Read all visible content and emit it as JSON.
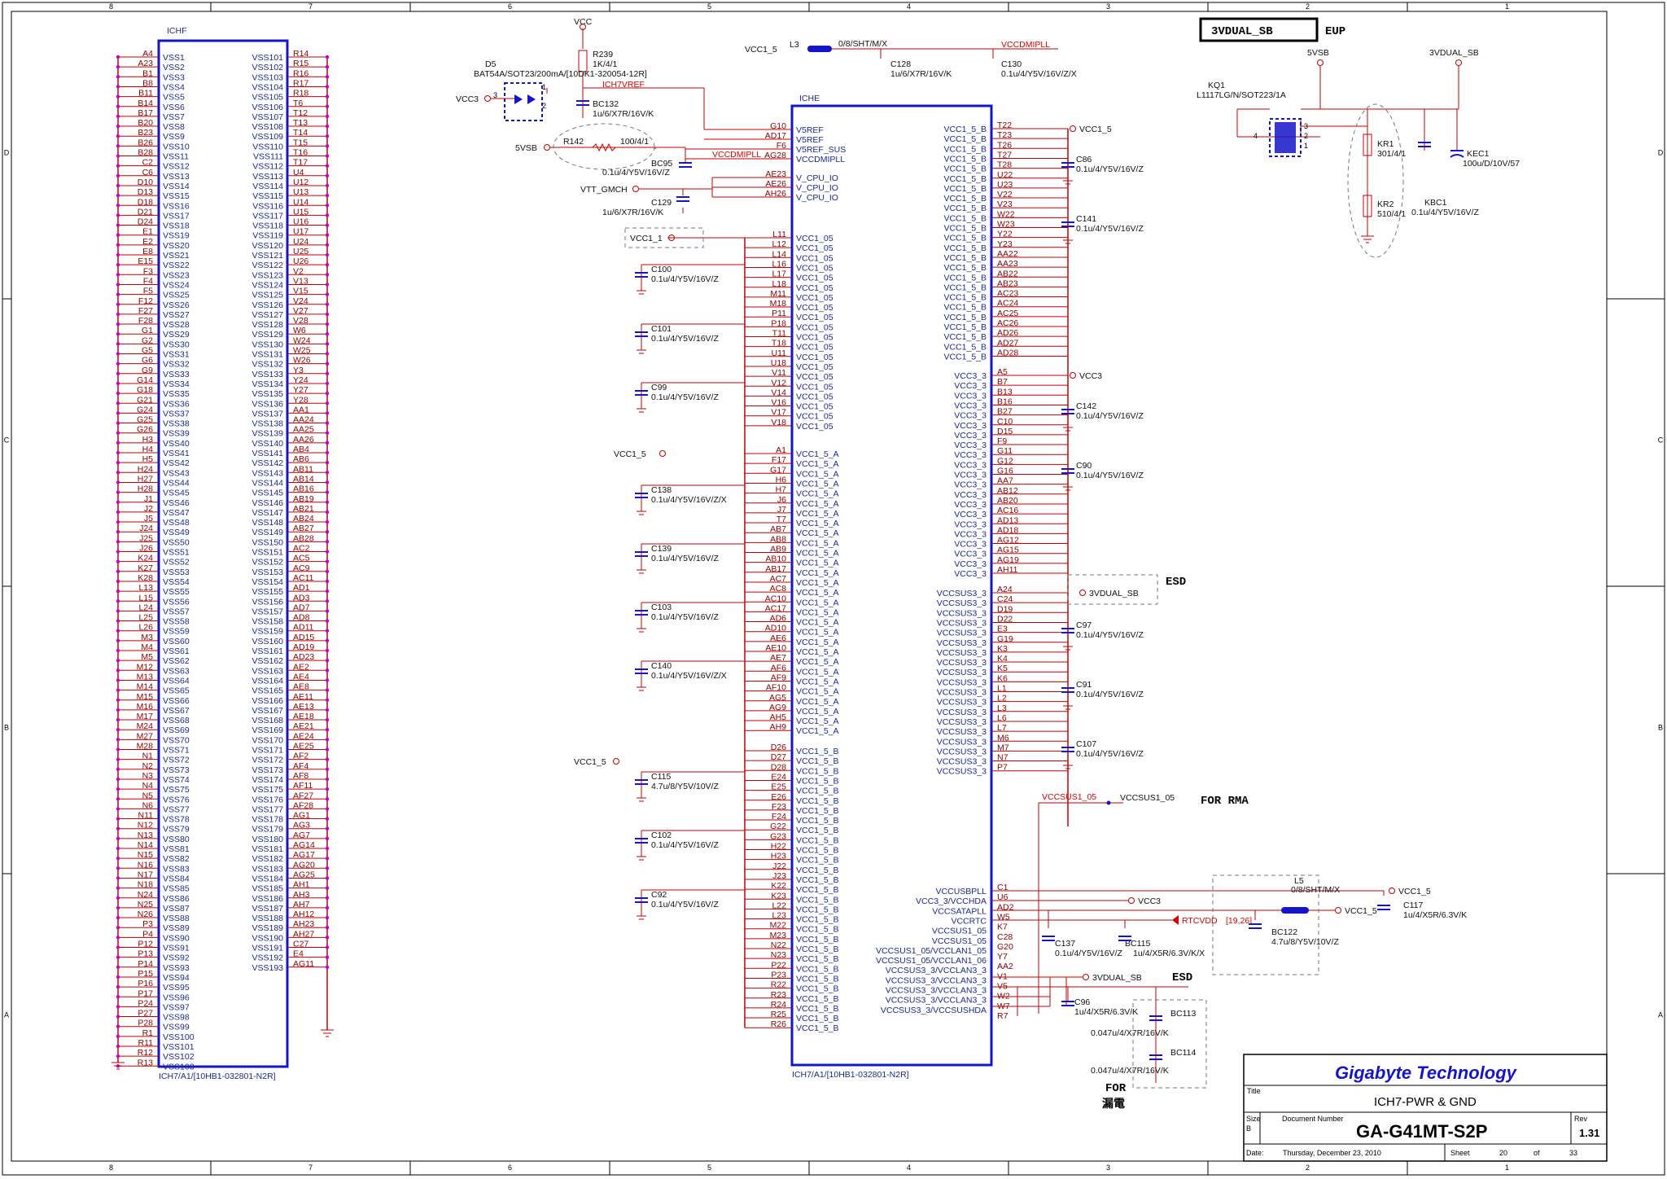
{
  "colors": {
    "wire": "#c00000",
    "body": "#1515c8",
    "pinlabel": "#1a2a8c",
    "pinnum": "#8a0000",
    "dot": "#c800c8",
    "netred": "#d40000"
  },
  "frame": {
    "cols_top": [
      "8",
      "7",
      "6",
      "5",
      "4",
      "3",
      "2",
      "1"
    ],
    "cols_bottom": [
      "8",
      "7",
      "6",
      "5",
      "4",
      "3",
      "2",
      "1"
    ],
    "rows": [
      "D",
      "C",
      "B",
      "A"
    ]
  },
  "ichf": {
    "ref": "ICHF",
    "part": "ICH7/A1/[10HB1-032801-N2R]",
    "left_pins": [
      "A4",
      "A23",
      "B1",
      "B8",
      "B11",
      "B14",
      "B17",
      "B20",
      "B23",
      "B26",
      "B28",
      "C2",
      "C6",
      "D10",
      "D13",
      "D18",
      "D21",
      "D24",
      "E1",
      "E2",
      "E8",
      "E15",
      "F3",
      "F4",
      "F5",
      "F12",
      "F27",
      "F28",
      "G1",
      "G2",
      "G5",
      "G6",
      "G9",
      "G14",
      "G18",
      "G21",
      "G24",
      "G25",
      "G26",
      "H3",
      "H4",
      "H5",
      "H24",
      "H27",
      "H28",
      "J1",
      "J2",
      "J5",
      "J24",
      "J25",
      "J26",
      "K24",
      "K27",
      "K28",
      "L13",
      "L15",
      "L24",
      "L25",
      "L26",
      "M3",
      "M4",
      "M5",
      "M12",
      "M13",
      "M14",
      "M15",
      "M16",
      "M17",
      "M24",
      "M27",
      "M28",
      "N1",
      "N2",
      "N3",
      "N4",
      "N5",
      "N6",
      "N11",
      "N12",
      "N13",
      "N14",
      "N15",
      "N16",
      "N17",
      "N18",
      "N24",
      "N25",
      "N26",
      "P3",
      "P4",
      "P12",
      "P13",
      "P14",
      "P15",
      "P16",
      "P17",
      "P24",
      "P27",
      "P28",
      "R1",
      "R11",
      "R12",
      "R13"
    ],
    "right_pins": [
      "R14",
      "R15",
      "R16",
      "R17",
      "R18",
      "T6",
      "T12",
      "T13",
      "T14",
      "T15",
      "T16",
      "T17",
      "U4",
      "U12",
      "U13",
      "U14",
      "U15",
      "U16",
      "U17",
      "U24",
      "U25",
      "U26",
      "V2",
      "V13",
      "V15",
      "V24",
      "V27",
      "V28",
      "W6",
      "W24",
      "W25",
      "W26",
      "Y3",
      "Y24",
      "Y27",
      "Y28",
      "AA1",
      "AA24",
      "AA25",
      "AA26",
      "AB4",
      "AB6",
      "AB11",
      "AB14",
      "AB16",
      "AB19",
      "AB21",
      "AB24",
      "AB27",
      "AB28",
      "AC2",
      "AC5",
      "AC9",
      "AC11",
      "AD1",
      "AD3",
      "AD7",
      "AD8",
      "AD11",
      "AD15",
      "AD19",
      "AD23",
      "AE2",
      "AE4",
      "AE8",
      "AE11",
      "AE13",
      "AE18",
      "AE21",
      "AE24",
      "AE25",
      "AF2",
      "AF4",
      "AF8",
      "AF11",
      "AF27",
      "AF28",
      "AG1",
      "AG3",
      "AG7",
      "AG14",
      "AG17",
      "AG20",
      "AG25",
      "AH1",
      "AH3",
      "AH7",
      "AH12",
      "AH23",
      "AH27",
      "C27",
      "E4",
      "AG11"
    ]
  },
  "iche": {
    "ref": "ICHE",
    "part": "ICH7/A1/[10HB1-032801-N2R]",
    "left_top": [
      {
        "pin": "G10",
        "name": "V5REF"
      },
      {
        "pin": "AD17",
        "name": "V5REF"
      },
      {
        "pin": "F6",
        "name": "V5REF_SUS"
      },
      {
        "pin": "AG28",
        "name": "VCCDMIPLL"
      },
      {
        "pin": "AE23",
        "name": "V_CPU_IO"
      },
      {
        "pin": "AE26",
        "name": "V_CPU_IO"
      },
      {
        "pin": "AH26",
        "name": "V_CPU_IO"
      }
    ],
    "vcc105_pins": [
      "L11",
      "L12",
      "L14",
      "L16",
      "L17",
      "L18",
      "M11",
      "M18",
      "P11",
      "P18",
      "T11",
      "T18",
      "U11",
      "U18",
      "V11",
      "V12",
      "V14",
      "V16",
      "V17",
      "V18"
    ],
    "vcc105_name": "VCC1_05",
    "vcc15a_pins": [
      "A1",
      "F17",
      "G17",
      "H6",
      "H7",
      "J6",
      "J7",
      "T7",
      "AB7",
      "AB8",
      "AB9",
      "AB10",
      "AB17",
      "AC7",
      "AC8",
      "AC10",
      "AC17",
      "AD6",
      "AD10",
      "AE6",
      "AE10",
      "AE7",
      "AF6",
      "AF9",
      "AF10",
      "AG5",
      "AG9",
      "AH5",
      "AH9"
    ],
    "vcc15a_name": "VCC1_5_A",
    "vcc15b_left_pins": [
      "D26",
      "D27",
      "D28",
      "E24",
      "E25",
      "E26",
      "F23",
      "F24",
      "G22",
      "G23",
      "H22",
      "H23",
      "J22",
      "J23",
      "K22",
      "K23",
      "L22",
      "L23",
      "M22",
      "M23",
      "N22",
      "N23",
      "P22",
      "P23",
      "R22",
      "R23",
      "R24",
      "R25",
      "R26"
    ],
    "vcc15b_name": "VCC1_5_B",
    "right_vcc15b_pins": [
      "T22",
      "T23",
      "T26",
      "T27",
      "T28",
      "U22",
      "U23",
      "V22",
      "V23",
      "W22",
      "W23",
      "Y22",
      "Y23",
      "AA22",
      "AA23",
      "AB22",
      "AB23",
      "AC23",
      "AC24",
      "AC25",
      "AC26",
      "AD26",
      "AD27",
      "AD28"
    ],
    "vcc33_pins": [
      "A5",
      "B7",
      "B13",
      "B16",
      "B27",
      "C10",
      "D15",
      "F9",
      "G11",
      "G12",
      "G16",
      "AA7",
      "AB12",
      "AB20",
      "AC16",
      "AD13",
      "AD18",
      "AG12",
      "AG15",
      "AG19",
      "AH11"
    ],
    "vcc33_name": "VCC3_3",
    "vccsus33_pins": [
      "A24",
      "C24",
      "D19",
      "D22",
      "E3",
      "G19",
      "K3",
      "K4",
      "K5",
      "K6",
      "L1",
      "L2",
      "L3",
      "L6",
      "L7",
      "M6",
      "M7",
      "N7",
      "P7"
    ],
    "vccsus33_name": "VCCSUS3_3",
    "bottom_right": [
      {
        "pin": "C1",
        "name": "VCCUSBPLL"
      },
      {
        "pin": "U6",
        "name": "VCC3_3/VCCHDA"
      },
      {
        "pin": "AD2",
        "name": "VCCSATAPLL"
      },
      {
        "pin": "W5",
        "name": "VCCRTC"
      },
      {
        "pin": "K7",
        "name": "VCCSUS1_05"
      },
      {
        "pin": "C28",
        "name": "VCCSUS1_05"
      },
      {
        "pin": "G20",
        "name": "VCCSUS1_05/VCCLAN1_05"
      },
      {
        "pin": "Y7",
        "name": "VCCSUS1_05/VCCLAN1_06"
      },
      {
        "pin": "AA2",
        "name": "VCCSUS3_3/VCCLAN3_3"
      },
      {
        "pin": "V1",
        "name": "VCCSUS3_3/VCCLAN3_3"
      },
      {
        "pin": "V5",
        "name": "VCCSUS3_3/VCCLAN3_3"
      },
      {
        "pin": "W2",
        "name": "VCCSUS3_3/VCCLAN3_3"
      },
      {
        "pin": "W7",
        "name": "VCCSUS3_3/VCCSUSHDA"
      },
      {
        "pin": "R7",
        "name": ""
      }
    ]
  },
  "top_circuit": {
    "vcc": "VCC",
    "r239": "R239",
    "r239_val": "1K/4/1",
    "d5": "D5",
    "d5_val": "BAT54A/SOT23/200mA/[10DK1-320054-12R]",
    "vcc3": "VCC3",
    "ich7vref": "ICH7VREF",
    "bc132": "BC132",
    "bc132_val": "1u/6/X7R/16V/K",
    "vsb5": "5VSB",
    "r142": "R142",
    "r142_val": "100/4/1",
    "vccdmipll": "VCCDMIPLL",
    "bc95": "BC95",
    "bc95_val": "0.1u/4/Y5V/16V/Z",
    "vtt_gmch": "VTT_GMCH",
    "c129": "C129",
    "c129_val": "1u/6/X7R/16V/K",
    "vcc1_1": "VCC1_1",
    "vcc1_5_l3": "VCC1_5",
    "l3": "L3",
    "l3_val": "0/8/SHT/M/X",
    "c128": "C128",
    "c128_val": "1u/6/X7R/16V/K",
    "c130": "C130",
    "c130_val": "0.1u/4/Y5V/16V/Z/X",
    "vccdmipll_r": "VCCDMIPLL",
    "pins": [
      "1",
      "2",
      "3"
    ]
  },
  "left_caps": [
    {
      "ref": "C100",
      "val": "0.1u/4/Y5V/16V/Z"
    },
    {
      "ref": "C101",
      "val": "0.1u/4/Y5V/16V/Z"
    },
    {
      "ref": "C99",
      "val": "0.1u/4/Y5V/16V/Z"
    },
    {
      "ref": "C138",
      "val": "0.1u/4/Y5V/16V/Z/X"
    },
    {
      "ref": "C139",
      "val": "0.1u/4/Y5V/16V/Z"
    },
    {
      "ref": "C103",
      "val": "0.1u/4/Y5V/16V/Z"
    },
    {
      "ref": "C140",
      "val": "0.1u/4/Y5V/16V/Z/X"
    },
    {
      "ref": "C115",
      "val": "4.7u/8/Y5V/10V/Z"
    },
    {
      "ref": "C102",
      "val": "0.1u/4/Y5V/16V/Z"
    },
    {
      "ref": "C92",
      "val": "0.1u/4/Y5V/16V/Z"
    }
  ],
  "left_nets": {
    "vcc1_5_a": "VCC1_5",
    "vcc1_5_b": "VCC1_5"
  },
  "right_caps": [
    {
      "ref": "C86",
      "val": "0.1u/4/Y5V/16V/Z"
    },
    {
      "ref": "C141",
      "val": "0.1u/4/Y5V/16V/Z"
    },
    {
      "ref": "C142",
      "val": "0.1u/4/Y5V/16V/Z"
    },
    {
      "ref": "C90",
      "val": "0.1u/4/Y5V/16V/Z"
    },
    {
      "ref": "C97",
      "val": "0.1u/4/Y5V/16V/Z"
    },
    {
      "ref": "C91",
      "val": "0.1u/4/Y5V/16V/Z"
    },
    {
      "ref": "C107",
      "val": "0.1u/4/Y5V/16V/Z"
    }
  ],
  "right_nets": {
    "vcc1_5": "VCC1_5",
    "vcc3": "VCC3",
    "vdual": "3VDUAL_SB",
    "esd": "ESD"
  },
  "bottom_circuit": {
    "vccsus1_05_r": "VCCSUS1_05",
    "vccsus1_05": "VCCSUS1_05",
    "for_rma": "FOR RMA",
    "l5": "L5",
    "l5_val": "0/8/SHT/M/X",
    "vcc1_5_a": "VCC1_5",
    "vcc1_5_b": "VCC1_5",
    "c117": "C117",
    "c117_val": "1u/4/X5R/6.3V/K",
    "vcc3": "VCC3",
    "rtcvdd": "RTCVDD",
    "rtc_ref": "[19,26]",
    "bc122": "BC122",
    "bc122_val": "4.7u/8/Y5V/10V/Z",
    "c137": "C137",
    "c137_val": "0.1u/4/Y5V/16V/Z",
    "bc115": "BC115",
    "bc115_val": "1u/4/X5R/6.3V/K/X",
    "vdual": "3VDUAL_SB",
    "esd": "ESD",
    "c96": "C96",
    "c96_val": "1u/4/X5R/6.3V/K",
    "bc113": "BC113",
    "bc113_val": "0.047u/4/X7R/16V/K",
    "bc114": "BC114",
    "bc114_val": "0.047u/4/X7R/16V/K",
    "for": "FOR",
    "leak": "漏電"
  },
  "eup": {
    "box": "3VDUAL_SB",
    "tag": "EUP",
    "vsb": "5VSB",
    "vdual": "3VDUAL_SB",
    "kq1": "KQ1",
    "kq1_val": "L1117LG/N/SOT223/1A",
    "kr1": "KR1",
    "kr1_val": "301/4/1",
    "kr2": "KR2",
    "kr2_val": "510/4/1",
    "kec1": "KEC1",
    "kec1_val": "100u/D/10V/57",
    "kbc1": "KBC1",
    "kbc1_val": "0.1u/4/Y5V/16V/Z",
    "pins": [
      "4",
      "3",
      "2",
      "1"
    ]
  },
  "title_block": {
    "company": "Gigabyte Technology",
    "title_label": "Title",
    "title": "ICH7-PWR & GND",
    "size_label": "Size",
    "size": "B",
    "docnum_label": "Document Number",
    "docnum": "GA-G41MT-S2P",
    "rev_label": "Rev",
    "rev": "1.31",
    "date_label": "Date:",
    "date": "Thursday, December 23, 2010",
    "sheet_label": "Sheet",
    "sheet": "20",
    "of_label": "of",
    "total": "33"
  }
}
